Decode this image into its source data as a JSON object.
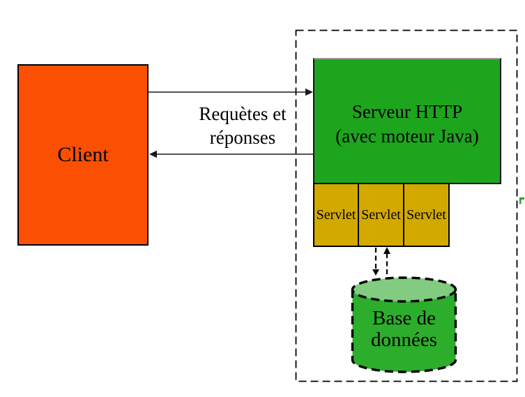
{
  "diagram": {
    "client": {
      "label": "Client"
    },
    "connection": {
      "label_line1": "Requètes et",
      "label_line2": "réponses"
    },
    "server": {
      "label_line1": "Serveur HTTP",
      "label_line2": "(avec moteur Java)"
    },
    "servlets": [
      {
        "label": "Servlet"
      },
      {
        "label": "Servlet"
      },
      {
        "label": "Servlet"
      }
    ],
    "database": {
      "label_line1": "Base de",
      "label_line2": "données"
    },
    "colors": {
      "client_fill": "#FB4F04",
      "server_fill": "#1EA51E",
      "servlet_fill": "#D3A900",
      "database_body_fill": "#2CAD2C",
      "database_top_fill": "#81CC81",
      "outline": "#000000",
      "corner_mark_green": "#2F9B2F"
    }
  }
}
